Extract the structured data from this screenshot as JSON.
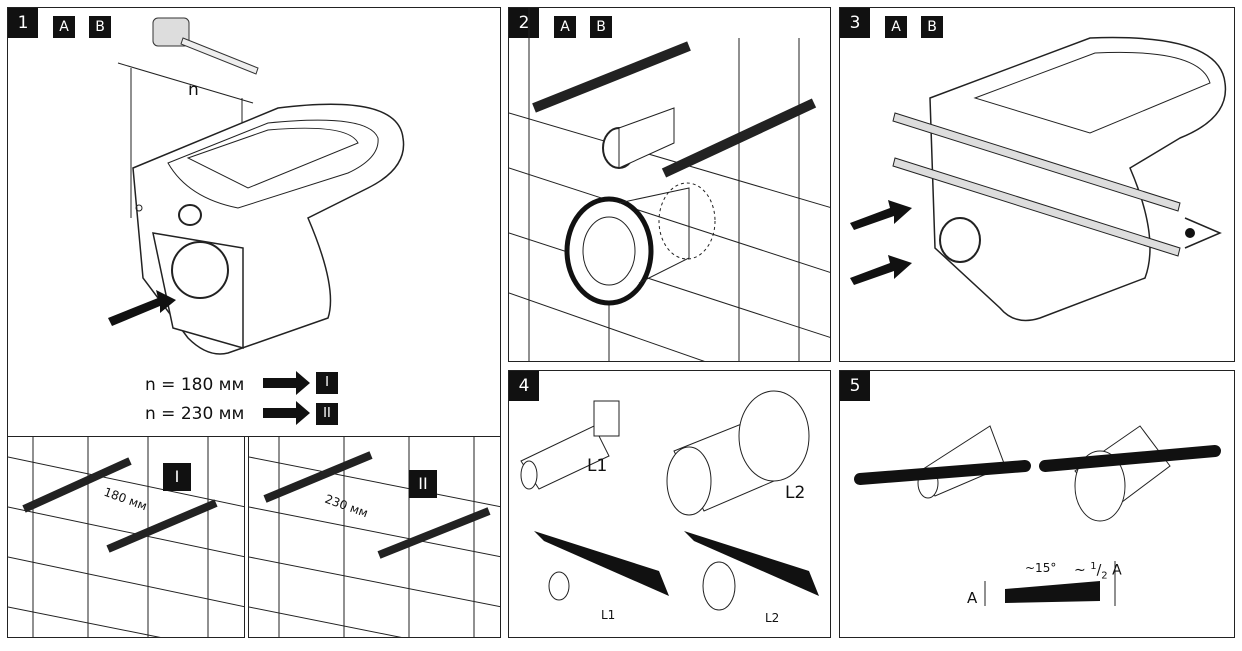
{
  "panels": {
    "p1": {
      "num": "1",
      "tags": [
        "A",
        "B"
      ],
      "n_label": "n",
      "rule1": "n = 180 мм",
      "rule2": "n = 230 мм",
      "r1": "I",
      "r2": "II"
    },
    "p1a": {
      "roman": "I",
      "dist": "180 мм"
    },
    "p1b": {
      "roman": "II",
      "dist": "230 мм"
    },
    "p2": {
      "num": "2",
      "tags": [
        "A",
        "B"
      ]
    },
    "p3": {
      "num": "3",
      "tags": [
        "A",
        "B"
      ]
    },
    "p4": {
      "num": "4",
      "l1": "L1",
      "l2": "L2",
      "l1s": "L1",
      "l2s": "L2"
    },
    "p5": {
      "num": "5",
      "angle": "~15°",
      "half": "~",
      "frac_num": "1",
      "frac_den": "2",
      "frac_a": "A",
      "a": "A"
    }
  }
}
